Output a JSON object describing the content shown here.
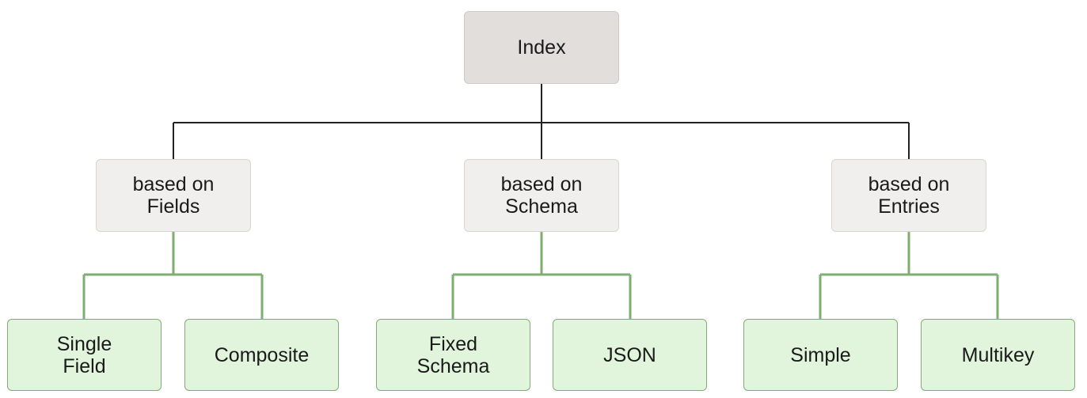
{
  "root": {
    "label": "Index"
  },
  "groups": [
    {
      "label": "based on\nFields",
      "children": [
        "Single\nField",
        "Composite"
      ]
    },
    {
      "label": "based on\nSchema",
      "children": [
        "Fixed\nSchema",
        "JSON"
      ]
    },
    {
      "label": "based on\nEntries",
      "children": [
        "Simple",
        "Multikey"
      ]
    }
  ],
  "colors": {
    "root_fill": "#e1dedb",
    "group_fill": "#f1efed",
    "leaf_fill": "#e1f4dc",
    "leaf_border": "#7fae72",
    "top_connector": "#222222",
    "leaf_connector": "#7fae72"
  }
}
